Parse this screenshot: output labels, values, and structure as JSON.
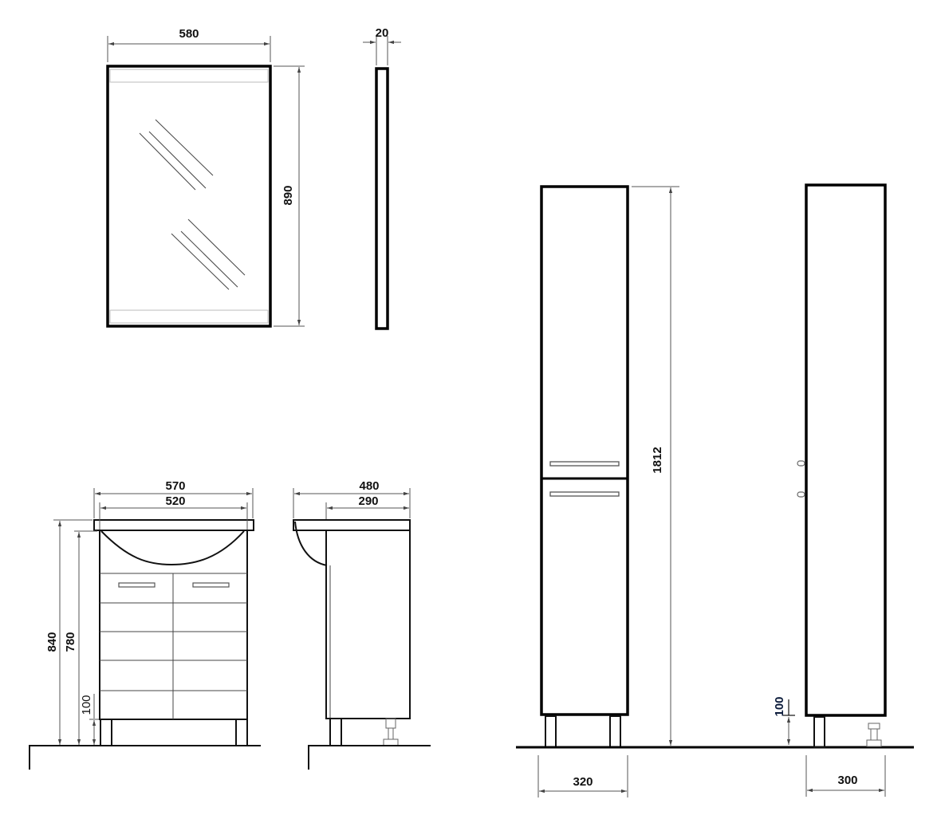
{
  "mirror": {
    "width_label": "580",
    "height_label": "890",
    "depth_label": "20"
  },
  "vanity": {
    "overall_width_label": "570",
    "inner_width_label": "520",
    "overall_depth_label": "480",
    "body_depth_label": "290",
    "total_height_label": "840",
    "body_height_label": "780",
    "leg_height_label": "100"
  },
  "tall_cabinet": {
    "height_label": "1812",
    "width_label": "320",
    "depth_label": "300",
    "leg_height_label": "100"
  }
}
